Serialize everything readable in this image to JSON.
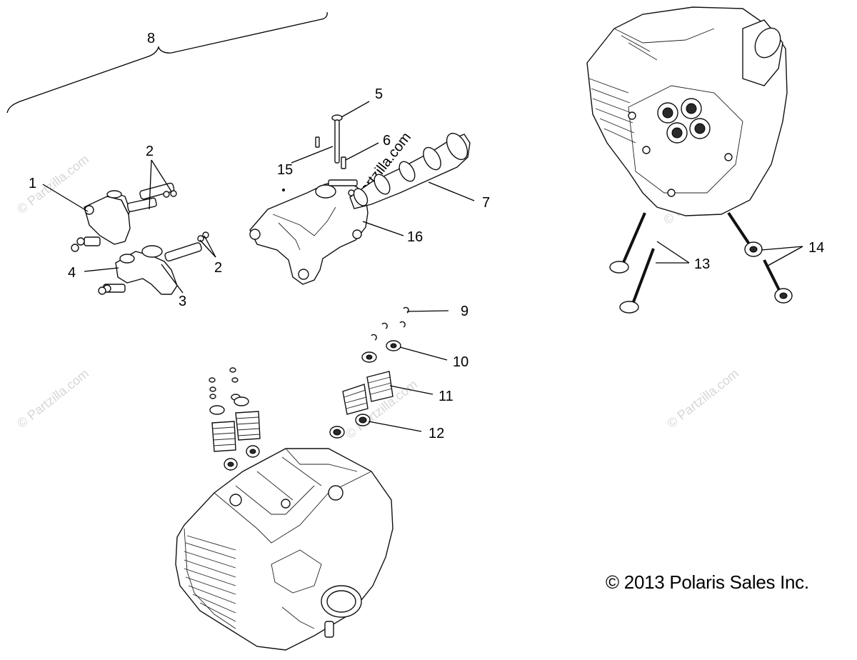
{
  "diagram": {
    "callouts": [
      {
        "id": "1",
        "label": "1"
      },
      {
        "id": "2a",
        "label": "2"
      },
      {
        "id": "2b",
        "label": "2"
      },
      {
        "id": "3",
        "label": "3"
      },
      {
        "id": "4",
        "label": "4"
      },
      {
        "id": "5",
        "label": "5"
      },
      {
        "id": "6",
        "label": "6"
      },
      {
        "id": "7",
        "label": "7"
      },
      {
        "id": "8",
        "label": "8"
      },
      {
        "id": "9",
        "label": "9"
      },
      {
        "id": "10",
        "label": "10"
      },
      {
        "id": "11",
        "label": "11"
      },
      {
        "id": "12",
        "label": "12"
      },
      {
        "id": "13",
        "label": "13"
      },
      {
        "id": "14",
        "label": "14"
      },
      {
        "id": "15",
        "label": "15"
      },
      {
        "id": "16",
        "label": "16"
      }
    ],
    "copyright": "© 2013 Polaris Sales Inc.",
    "watermark": "© Partzilla.com",
    "watermark_inline": "©partzilla.com"
  }
}
